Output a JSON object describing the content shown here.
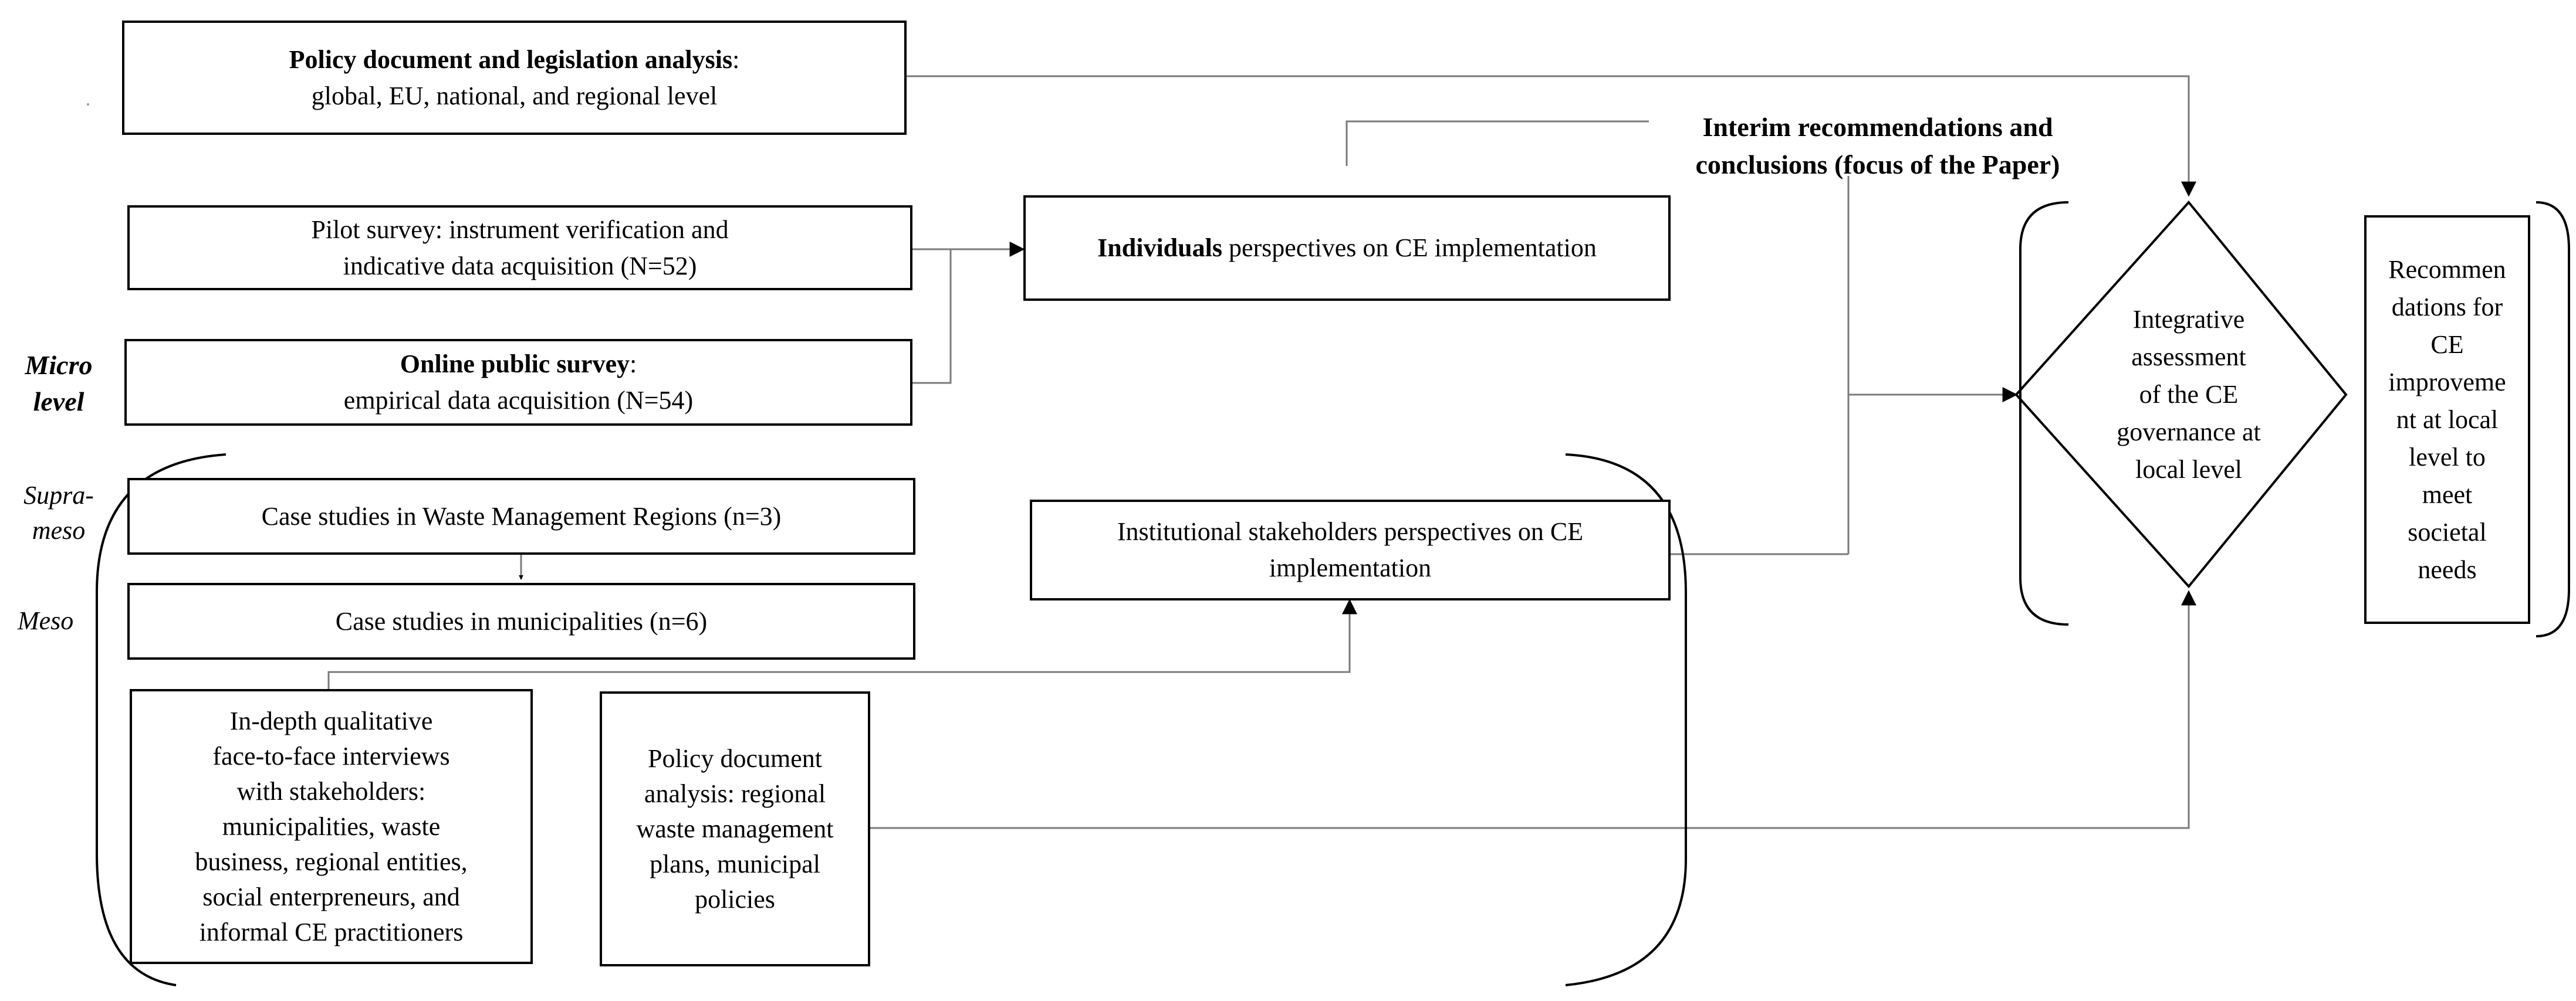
{
  "boxes": {
    "policy_global": {
      "title": "Policy document and legislation analysis",
      "title_suffix": ":",
      "line2": "global, EU, national, and regional level"
    },
    "pilot_survey": {
      "line1": "Pilot survey: instrument verification and",
      "line2": "indicative data acquisition (N=52)"
    },
    "online_survey": {
      "title": "Online public survey",
      "title_suffix": ":",
      "line2": "empirical data acquisition (N=54)"
    },
    "individuals": {
      "bold": "Individuals",
      "rest": " perspectives on CE implementation"
    },
    "waste_regions": {
      "text": "Case studies in Waste Management Regions (n=3)"
    },
    "municipalities": {
      "text": "Case studies in municipalities (n=6)"
    },
    "institutional": {
      "line1": "Institutional stakeholders perspectives on CE",
      "line2": "implementation"
    },
    "interviews": {
      "lines": [
        "In-depth qualitative",
        "face-to-face interviews",
        "with stakeholders:",
        "municipalities, waste",
        "business, regional entities,",
        "social enterpreneurs, and",
        "informal CE practitioners"
      ]
    },
    "policy_regional": {
      "lines": [
        "Policy document",
        "analysis: regional",
        "waste management",
        "plans, municipal",
        "policies"
      ]
    },
    "recommendations": {
      "lines": [
        "Recommen",
        "dations for",
        "CE",
        "improveme",
        "nt at local",
        "level to",
        "meet",
        "societal",
        "needs"
      ]
    }
  },
  "diamond": {
    "lines": [
      "Integrative",
      "assessment",
      "of the CE",
      "governance at",
      "local level"
    ]
  },
  "interim": {
    "line1": "Interim recommendations and",
    "line2": "conclusions (focus of the Paper)"
  },
  "levels": {
    "micro_line1": "Micro",
    "micro_line2": "level",
    "supra_line1": "Supra-",
    "supra_line2": "meso",
    "meso": "Meso"
  }
}
